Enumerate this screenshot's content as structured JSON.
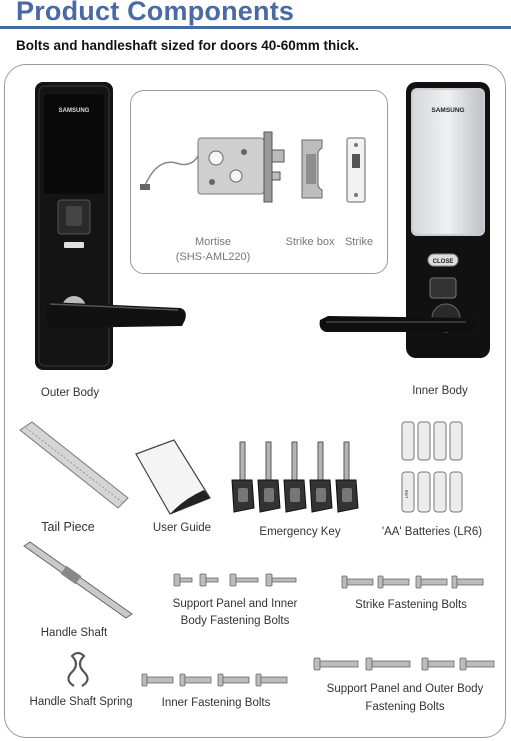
{
  "header": {
    "title": "Product Components",
    "subtitle": "Bolts and handleshaft sized for doors 40-60mm thick."
  },
  "components": {
    "outer_body": "Outer Body",
    "inner_body": "Inner Body",
    "mortise_line1": "Mortise",
    "mortise_line2": "(SHS-AML220)",
    "strike_box": "Strike box",
    "strike": "Strike",
    "tail_piece": "Tail Piece",
    "user_guide": "User Guide",
    "emergency_key": "Emergency Key",
    "batteries": "'AA' Batteries (LR6)",
    "handle_shaft": "Handle Shaft",
    "support_inner_line1": "Support Panel and Inner",
    "support_inner_line2": "Body Fastening Bolts",
    "strike_bolts": "Strike Fastening Bolts",
    "handle_spring": "Handle Shaft Spring",
    "inner_bolts": "Inner Fastening Bolts",
    "support_outer_line1": "Support Panel and Outer Body",
    "support_outer_line2": "Fastening Bolts"
  },
  "device_text": {
    "brand_outer": "SAMSUNG",
    "brand_inner": "SAMSUNG",
    "close_button": "CLOSE",
    "battery_mark": "LR6"
  },
  "colors": {
    "title": "#4a6aa5",
    "lock_body": "#151515",
    "inner_panel": "#c9ccd0",
    "metal": "#b8b8b8"
  }
}
